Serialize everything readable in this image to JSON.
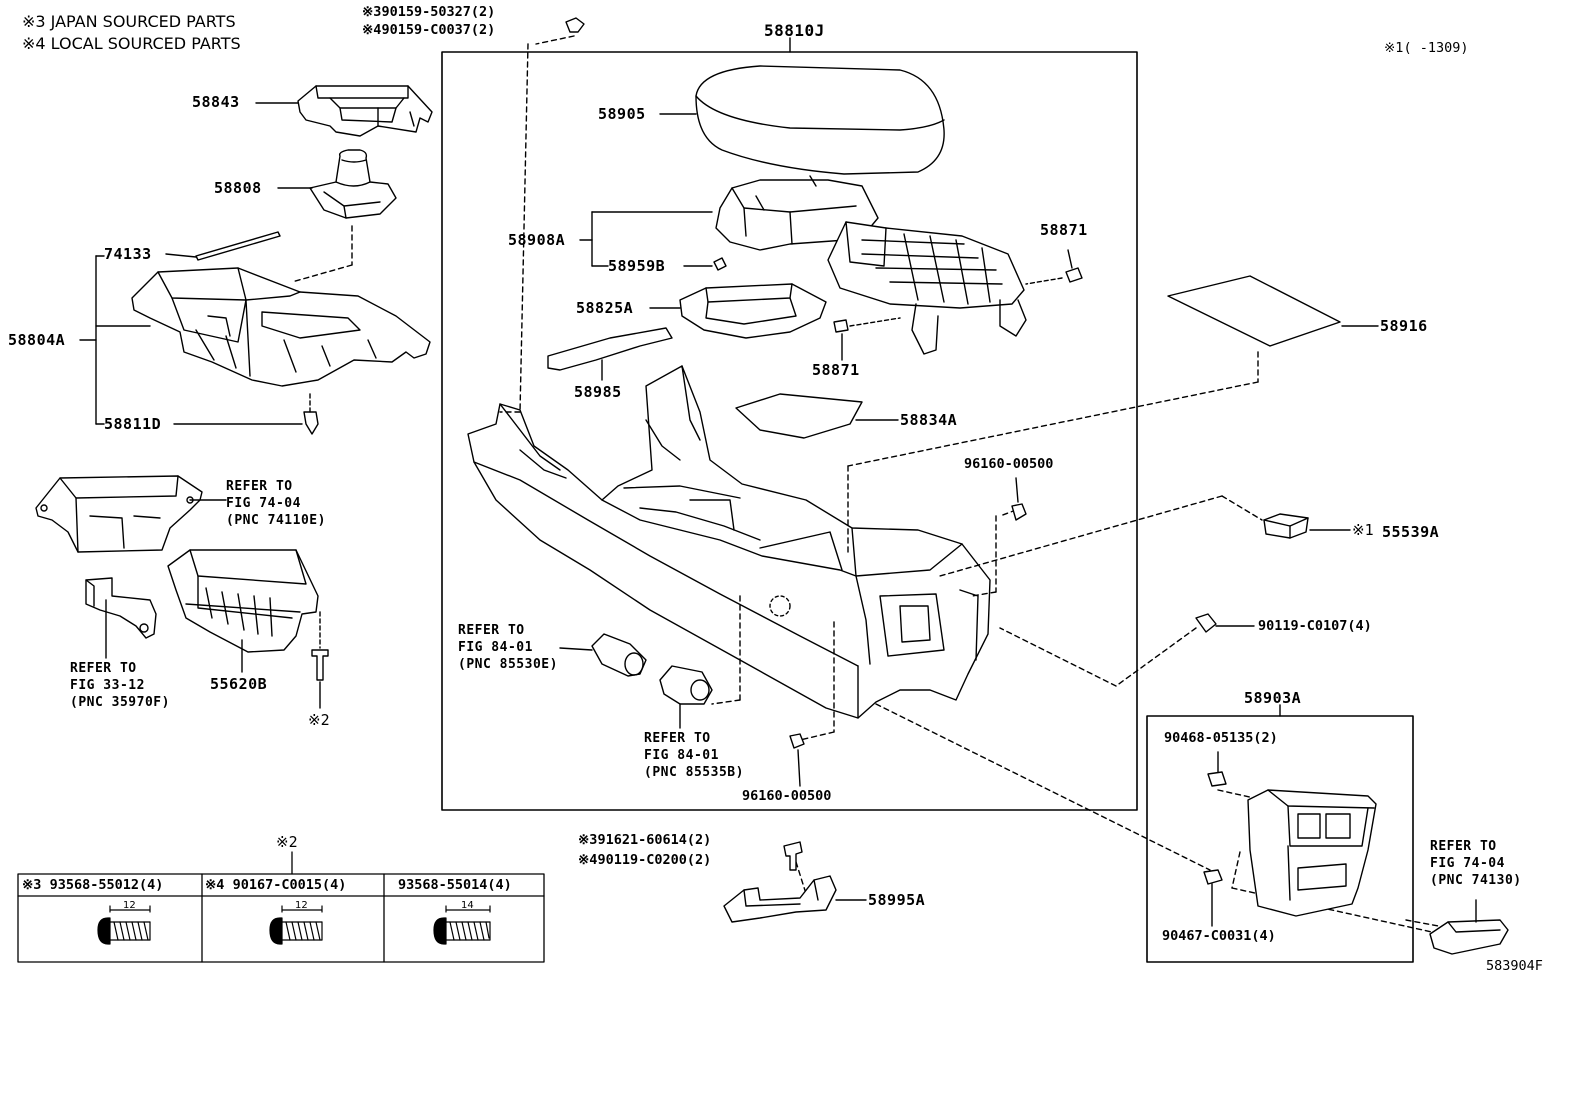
{
  "notes": {
    "japan": "※3 JAPAN SOURCED PARTS",
    "local": "※4 LOCAL SOURCED PARTS",
    "top_right": "※1(   -1309)",
    "fig_code": "583904F"
  },
  "parts": {
    "p58810J": "58810J",
    "p58843": "58843",
    "p58808": "58808",
    "p74133": "74133",
    "p58804A": "58804A",
    "p58811D": "58811D",
    "p58905": "58905",
    "p58908A": "58908A",
    "p58959B": "58959B",
    "p58825A": "58825A",
    "p58985": "58985",
    "p58871a": "58871",
    "p58871b": "58871",
    "p58834A": "58834A",
    "p58916": "58916",
    "p96160a": "96160-00500",
    "p96160b": "96160-00500",
    "p55539A": "55539A",
    "p55539A_mark": "※1",
    "p90119": "90119-C0107(4)",
    "p55620B": "55620B",
    "mark2": "※2",
    "p58903A": "58903A",
    "p90468": "90468-05135(2)",
    "p90467": "90467-C0031(4)",
    "p58995A": "58995A",
    "screw_top1": "※390159-50327(2)",
    "screw_top2": "※490159-C0037(2)",
    "bolt1": "※391621-60614(2)",
    "bolt2": "※490119-C0200(2)"
  },
  "refs": {
    "r1": [
      "REFER TO",
      "FIG 74-04",
      "(PNC 74110E)"
    ],
    "r2": [
      "REFER TO",
      "FIG 33-12",
      "(PNC 35970F)"
    ],
    "r3": [
      "REFER TO",
      "FIG 84-01",
      "(PNC 85530E)"
    ],
    "r4": [
      "REFER TO",
      "FIG 84-01",
      "(PNC 85535B)"
    ],
    "r5": [
      "REFER TO",
      "FIG 74-04",
      "(PNC 74130)"
    ]
  },
  "bolt_table": {
    "title": "※2",
    "columns": [
      {
        "header": "※3 93568-55012(4)",
        "dim": "12"
      },
      {
        "header": "※4 90167-C0015(4)",
        "dim": "12"
      },
      {
        "header": "93568-55014(4)",
        "dim": "14"
      }
    ]
  }
}
